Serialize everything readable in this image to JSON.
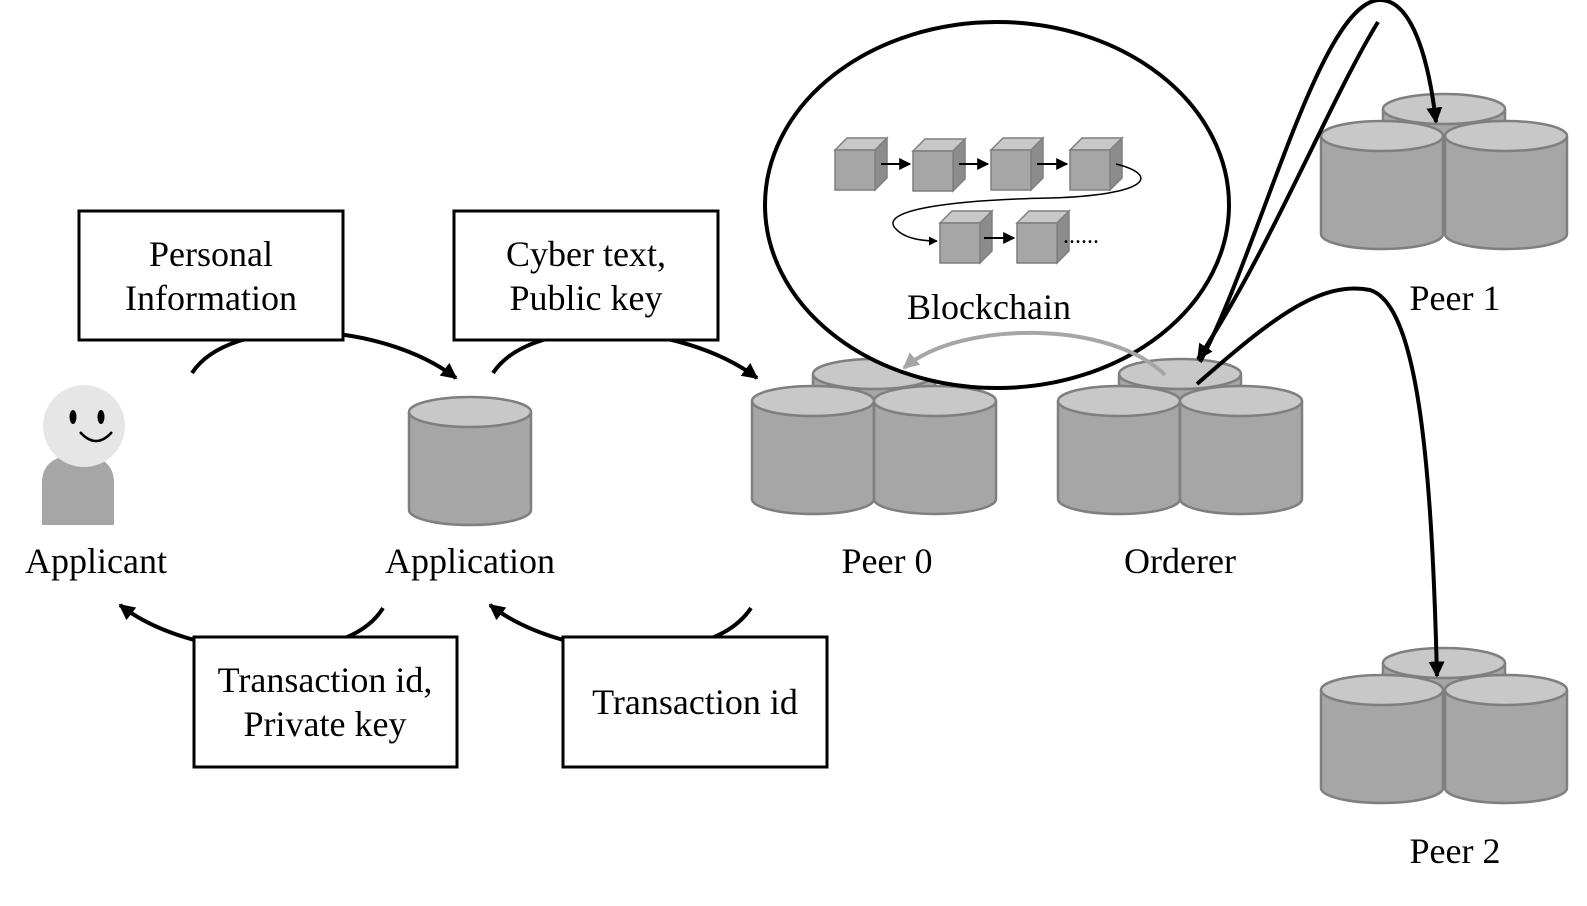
{
  "nodes": {
    "applicant": "Applicant",
    "application": "Application",
    "peer0": "Peer 0",
    "orderer": "Orderer",
    "peer1": "Peer 1",
    "peer2": "Peer 2",
    "blockchain": "Blockchain",
    "ellipsis": "......"
  },
  "messages": {
    "personal_info": [
      "Personal",
      "Information"
    ],
    "cyber_text": [
      "Cyber text,",
      "Public key"
    ],
    "tx_private": [
      "Transaction id,",
      "Private key"
    ],
    "tx_id": "Transaction id"
  },
  "colors": {
    "cylinder_body": "#a6a6a6",
    "cylinder_top": "#c8c8c8",
    "outline": "#7f7f7f",
    "ink": "#000000"
  }
}
